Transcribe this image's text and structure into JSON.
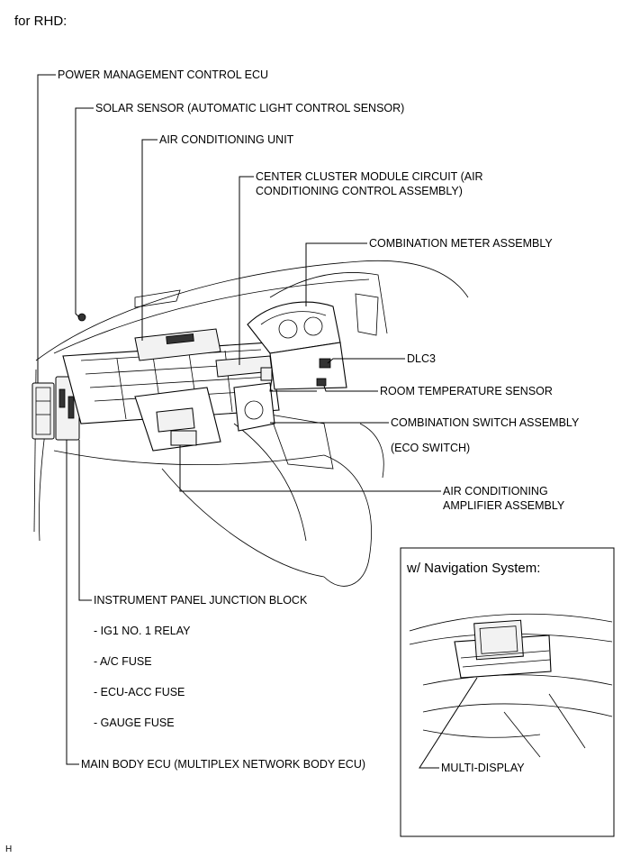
{
  "header": {
    "title": "for RHD:"
  },
  "labels": {
    "power_management_ecu": "POWER MANAGEMENT CONTROL ECU",
    "solar_sensor": "SOLAR SENSOR (AUTOMATIC LIGHT CONTROL SENSOR)",
    "air_conditioning_unit": "AIR CONDITIONING UNIT",
    "center_cluster_line1": "CENTER CLUSTER MODULE CIRCUIT (AIR",
    "center_cluster_line2": "CONDITIONING CONTROL ASSEMBLY)",
    "combination_meter": "COMBINATION METER ASSEMBLY",
    "dlc3": "DLC3",
    "room_temp_sensor": "ROOM TEMPERATURE SENSOR",
    "combination_switch": "COMBINATION SWITCH ASSEMBLY",
    "eco_switch": "(ECO SWITCH)",
    "ac_amplifier_line1": "AIR CONDITIONING",
    "ac_amplifier_line2": "AMPLIFIER ASSEMBLY",
    "instrument_panel_jb": "INSTRUMENT PANEL JUNCTION BLOCK",
    "jb_items": [
      "- IG1 NO. 1 RELAY",
      "- A/C FUSE",
      "- ECU-ACC FUSE",
      "- GAUGE FUSE"
    ],
    "main_body_ecu": "MAIN BODY ECU (MULTIPLEX NETWORK BODY ECU)"
  },
  "inset": {
    "title": "w/ Navigation System:",
    "multi_display": "MULTI-DISPLAY"
  },
  "footer": {
    "ref": "H"
  }
}
